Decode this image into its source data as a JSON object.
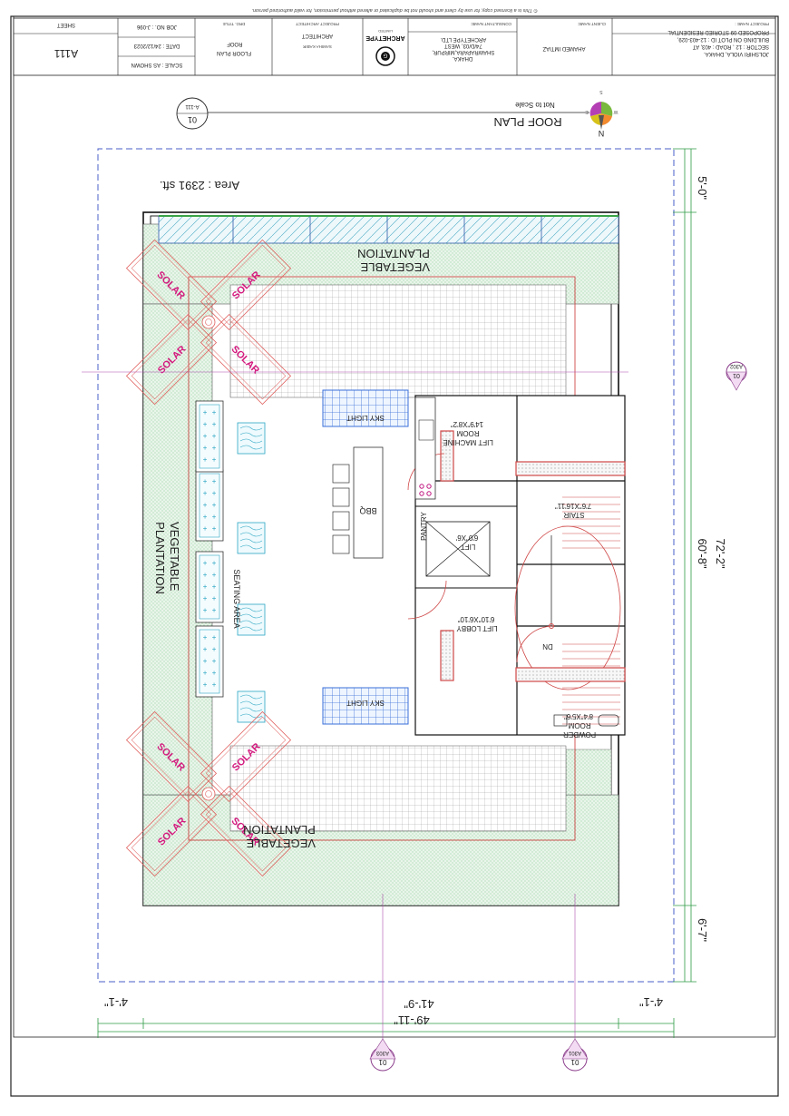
{
  "copyright": "© This is a licensed copy, for use by client and should not be duplicated or altered without permission, for valid authorized person.",
  "title_block": {
    "project_name_label": "PROJECT NAME :",
    "project_lines": [
      "PROPOSED 09 STORIED RESIDENTIAL",
      "BUILDING ON PLOT ID : 12-403-029,",
      "SECTOR : 12 , ROAD : 403, AT",
      "JOLSHIRI VIOLA, DHAKA."
    ],
    "client_label": "CLIENT NAME:",
    "client_name": "AHAMED IMTIAZ",
    "consultant_label": "CONSULTANT NAME:",
    "consultant_lines": [
      "ARCHETYPE LTD.",
      "74/D/03, WEST",
      "SHAWRAPARA,MIRPUR,",
      "DHAKA."
    ],
    "logo_name": "ARCHETYPE",
    "logo_sub": "LIMITED",
    "logo_letter": "G",
    "project_architect_label": "PROJECT ARCHITECT",
    "architect_label": "ARCHITECT",
    "architect_name": "SAMIHA KABIR",
    "drawing_title_label": "DRG. TITLE",
    "drawing_title_lines": [
      "ROOF",
      "FLOOR PLAN"
    ],
    "job_no": "JOB NO. : J-096",
    "date": "DATE : 24/12/2023",
    "scale": "SCALE : AS SHOWN",
    "sheet_label": "SHEET",
    "sheet_no": "A111"
  },
  "plan": {
    "title": "ROOF PLAN",
    "scale_note": "Not to Scale",
    "area": "Area : 2391 sft.",
    "section_tag": {
      "number": "01",
      "ref": "A-111"
    },
    "compass": {
      "n": "N",
      "s": "S",
      "e": "E",
      "w": "W"
    },
    "plantation_label": [
      "VEGETABLE",
      "PLANTATION"
    ],
    "solar_label": "SOLAR",
    "skylight_label": "SKY LIGHT",
    "bbq_label": "BBQ",
    "seating_label": "SEATING AREA",
    "pantry_label": "PANTRY",
    "lift_machine": [
      "LIFT MACHINE",
      "ROOM",
      "14'9\"X8'2\""
    ],
    "lift": [
      "LIFT",
      "6'0\"X6'"
    ],
    "lift_lobby": [
      "LIFT LOBBY",
      "6'10\"X6'10\""
    ],
    "stair": [
      "STAIR",
      "7'6\"X16'11\""
    ],
    "stair_dn": "DN",
    "powder": [
      "POWDER",
      "ROOM",
      "8'4\"X5'6\""
    ],
    "dim_top": "5'-0\"",
    "dim_middle": "60'-8\"",
    "dim_overall": "72'-2\"",
    "dim_bottom": "6'-7\"",
    "dim_width_inner": "41'-9\"",
    "dim_width_overall": "49'-11\"",
    "dim_side_left": "4'-1\"",
    "dim_side_right": "4'-1\"",
    "marker_right": {
      "number": "01",
      "ref": "A302"
    },
    "marker_bottom_left": {
      "number": "01",
      "ref": "A301"
    },
    "marker_bottom_right": {
      "number": "01",
      "ref": "A303"
    }
  }
}
